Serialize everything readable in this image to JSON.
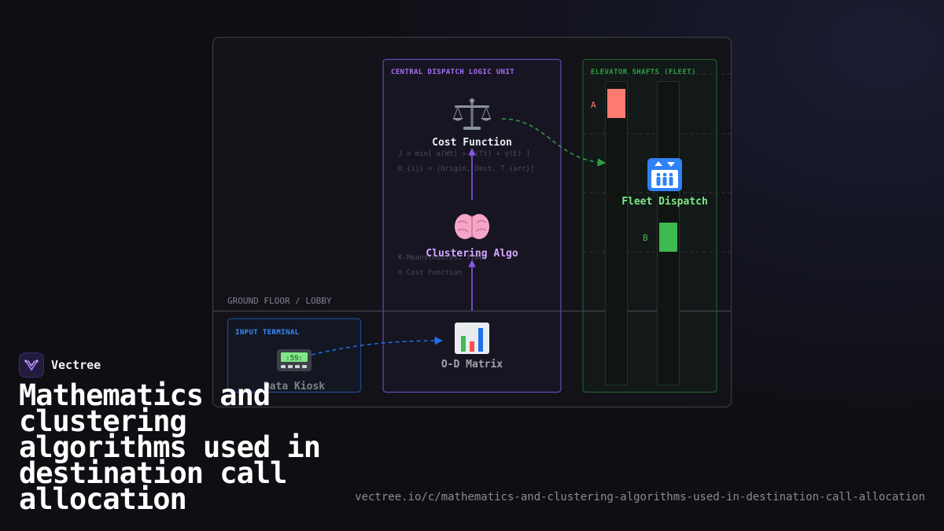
{
  "brand": {
    "name": "Vectree"
  },
  "headline": "Mathematics and clustering algorithms used in destination call allocation",
  "url": "vectree.io/c/mathematics-and-clustering-algorithms-used-in-destination-call-allocation",
  "diagram": {
    "ground_floor_label": "GROUND FLOOR / LOBBY",
    "dispatch_unit_label": "CENTRAL DISPATCH LOGIC UNIT",
    "elevator_shafts_label": "ELEVATOR SHAFTS (FLEET)",
    "input_terminal_label": "INPUT TERMINAL",
    "nodes": {
      "data_kiosk": {
        "label": "Data Kiosk",
        "icon": "pager-icon"
      },
      "od_matrix": {
        "label": "O-D Matrix",
        "icon": "bar-chart-icon"
      },
      "clustering_algo": {
        "label": "Clustering Algo",
        "icon": "brain-icon"
      },
      "cost_function": {
        "label": "Cost Function",
        "icon": "scales-icon"
      },
      "fleet_dispatch": {
        "label": "Fleet Dispatch",
        "icon": "elevator-icon"
      }
    },
    "formulas": {
      "cost": "J = min[ α(Wt) + β(Tt) + γ(E) ]",
      "od": "D_{ij} = [Origin, Dest, T_{arr}]",
      "kmeans": "K-Means(Routes, Time)",
      "cost_ref": "o Cost Function"
    },
    "cars": [
      {
        "label": "A",
        "color": "#ff7b72"
      },
      {
        "label": "B",
        "color": "#3fb950"
      }
    ],
    "colors": {
      "dispatch": "#8957e5",
      "fleet": "#238636",
      "input": "#1f6feb",
      "fleet_text": "#7ee787",
      "clustering_text": "#d2a8ff"
    }
  }
}
